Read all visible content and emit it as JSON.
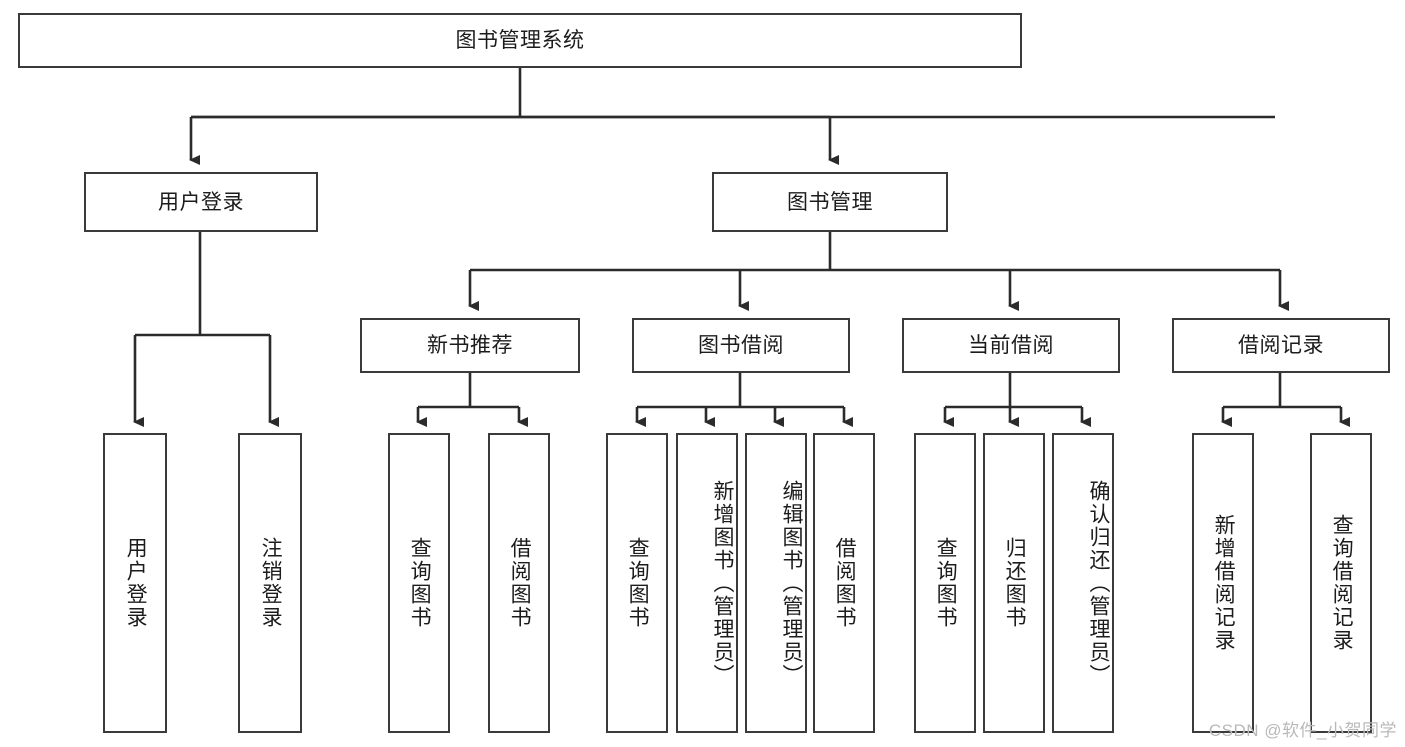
{
  "diagram": {
    "title": "图书管理系统",
    "type": "tree-hierarchy",
    "watermark": "CSDN @软件_小贺同学",
    "colors": {
      "box_border": "#3a3a3a",
      "box_fill": "#ffffff",
      "connector": "#2b2b2b",
      "text": "#1c1c1c",
      "watermark": "#b9b9b9"
    },
    "root": {
      "label": "图书管理系统"
    },
    "level2": [
      {
        "label": "用户登录"
      },
      {
        "label": "图书管理"
      }
    ],
    "level3": [
      {
        "label": "新书推荐"
      },
      {
        "label": "图书借阅"
      },
      {
        "label": "当前借阅"
      },
      {
        "label": "借阅记录"
      }
    ],
    "leaves": {
      "user_login": [
        {
          "label": "用户登录"
        },
        {
          "label": "注销登录"
        }
      ],
      "new_book_recommend": [
        {
          "label": "查询图书"
        },
        {
          "label": "借阅图书"
        }
      ],
      "book_borrow": [
        {
          "label": "查询图书"
        },
        {
          "label": "新增图书（管理员）"
        },
        {
          "label": "编辑图书（管理员）"
        },
        {
          "label": "借阅图书"
        }
      ],
      "current_borrow": [
        {
          "label": "查询图书"
        },
        {
          "label": "归还图书"
        },
        {
          "label": "确认归还（管理员）"
        }
      ],
      "borrow_record": [
        {
          "label": "新增借阅记录"
        },
        {
          "label": "查询借阅记录"
        }
      ]
    }
  }
}
